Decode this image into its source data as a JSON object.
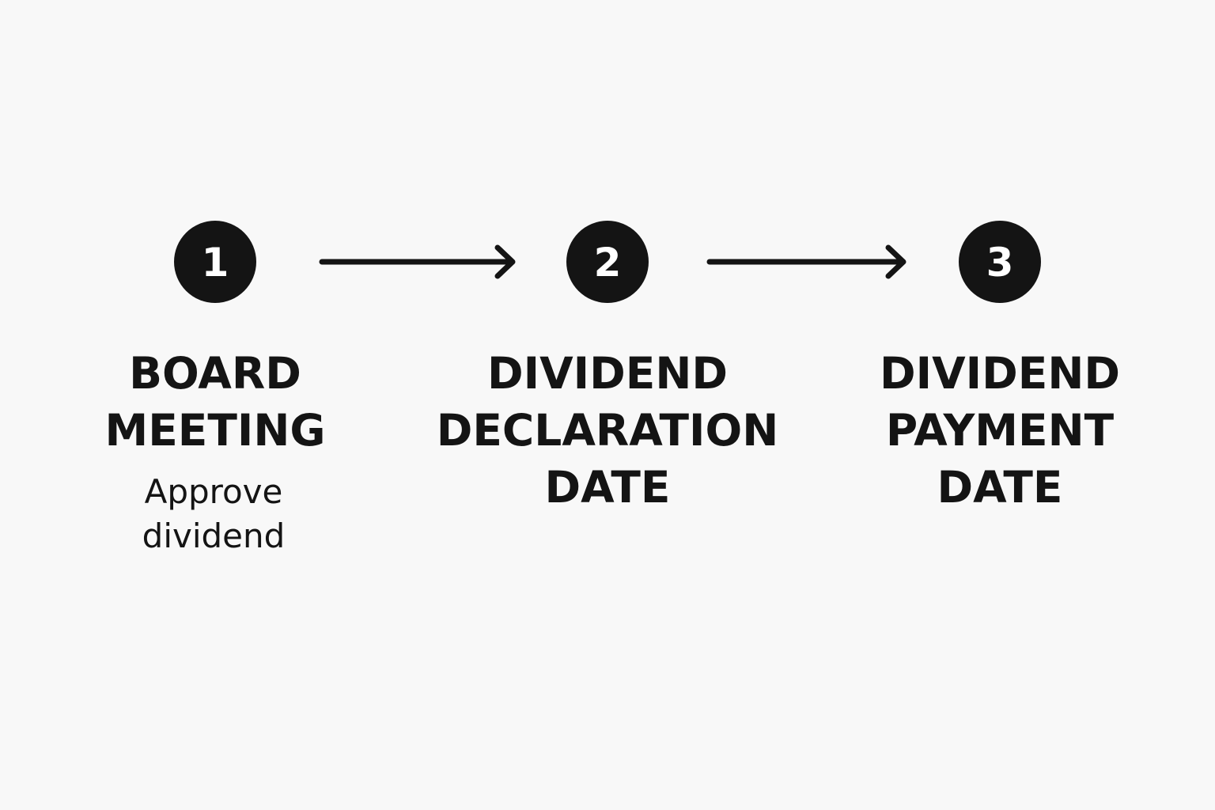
{
  "steps": [
    {
      "number": "1",
      "title_lines": [
        "BOARD",
        "MEETING"
      ],
      "description_lines": [
        "Approve",
        "dividend"
      ]
    },
    {
      "number": "2",
      "title_lines": [
        "DIVIDEND",
        "DECLARATION",
        "DATE"
      ],
      "description_lines": []
    },
    {
      "number": "3",
      "title_lines": [
        "DIVIDEND",
        "PAYMENT",
        "DATE"
      ],
      "description_lines": []
    }
  ],
  "connectors": [
    "right-arrow-icon",
    "right-arrow-icon"
  ],
  "colors": {
    "background": "#f8f8f8",
    "circle_fill": "#141414",
    "number_text": "#ffffff",
    "text": "#141414"
  }
}
